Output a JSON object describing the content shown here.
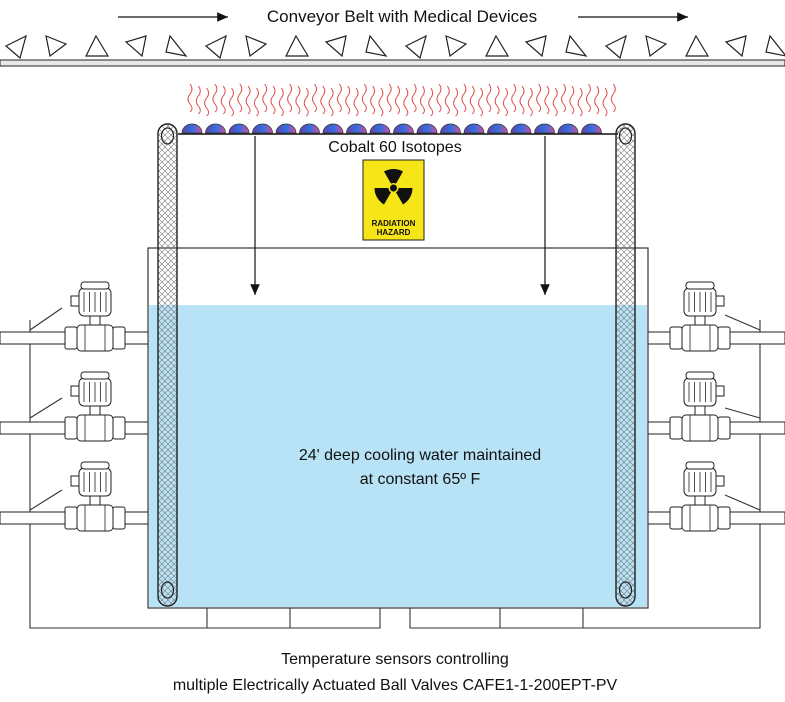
{
  "conveyor": {
    "label": "Conveyor Belt with Medical Devices"
  },
  "source": {
    "label": "Cobalt 60 Isotopes"
  },
  "hazard_sign": {
    "line1": "RADIATION",
    "line2": "HAZARD"
  },
  "pool": {
    "line1": "24' deep cooling water maintained",
    "line2": "at constant 65º F"
  },
  "caption": {
    "line1": "Temperature sensors controlling",
    "line2": "multiple Electrically Actuated Ball Valves CAFE1-1-200EPT-PV"
  },
  "colors": {
    "water": "#b8e2f5",
    "heat_waves": "#e05050",
    "isotope_purple": "#6a3fa6",
    "isotope_blue": "#2f6fe0",
    "hazard_yellow": "#f7e617",
    "line": "#111111"
  }
}
